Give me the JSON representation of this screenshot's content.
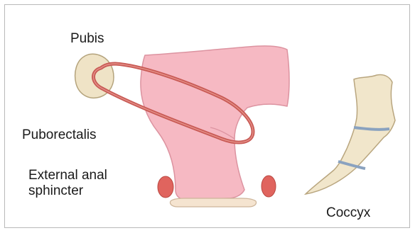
{
  "labels": {
    "pubis": "Pubis",
    "puborectalis": "Puborectalis",
    "external_anal_sphincter_line1": "External anal",
    "external_anal_sphincter_line2": "sphincter",
    "coccyx": "Coccyx"
  },
  "colors": {
    "pubis_bone": "#efe3c6",
    "rectum": "#f6b9c3",
    "puborectalis_sling": "#c85a55",
    "sphincter": "#e0645e",
    "coccyx_bone": "#f1e6cb",
    "coccyx_joint": "#8aa2bf"
  }
}
